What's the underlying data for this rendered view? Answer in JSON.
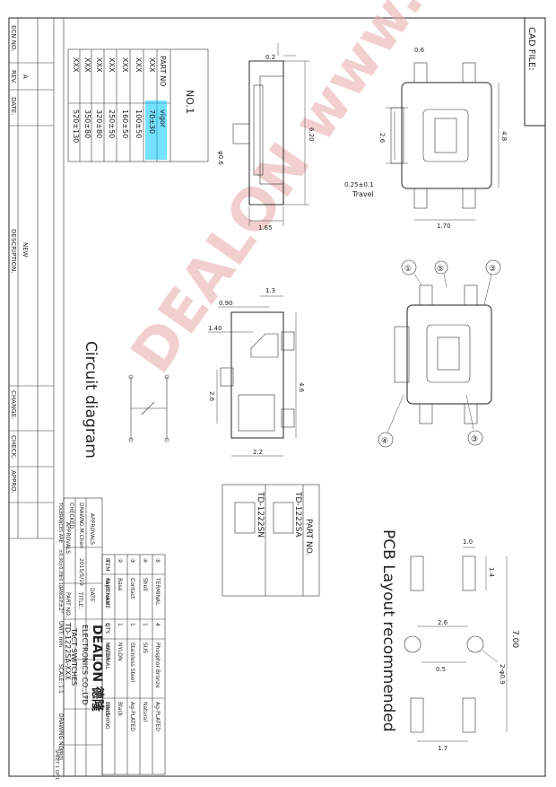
{
  "cad_file_label": "CAD FILE:",
  "revision_block": {
    "headers": [
      "ECN NO.",
      "REV.",
      "DATE.",
      "DESCRIPTION.",
      "CHANGE.",
      "CHECK.",
      "APPRO."
    ],
    "rev": "A",
    "description": "NEW"
  },
  "part_table": {
    "title": "NO.1",
    "headers": [
      "PART NO",
      "vigor"
    ],
    "rows": [
      [
        "XXX",
        "70±30"
      ],
      [
        "XXX",
        "100±50"
      ],
      [
        "XXX",
        "160±50"
      ],
      [
        "XXX",
        "250±50"
      ],
      [
        "XXX",
        "320±80"
      ],
      [
        "XXX",
        "350±80"
      ],
      [
        "XXX",
        "520±130"
      ]
    ]
  },
  "views": {
    "side": {
      "d_top": "0.2",
      "d_height": "6.20",
      "d_pin": "φ0.6",
      "d_width": "1.65"
    },
    "top": {
      "d_lead": "0.6",
      "d_body": "2.6",
      "d_len": "4.8",
      "travel_value": "0.25±0.1",
      "travel_label": "Travel",
      "d_pitch": "1.70"
    },
    "front": {
      "d_13": "1.3",
      "d_090": "0.90",
      "d_140": "1.40",
      "d_26": "2.6",
      "d_46": "4.6",
      "d_22": "2.2"
    },
    "iso_callouts": [
      "①",
      "⑤",
      "③",
      "④",
      "③"
    ]
  },
  "circuit_title": "Circuit diagram",
  "part_no_box": {
    "header": "PART NO.",
    "items": [
      "TD-1222SA",
      "TD-1222SN"
    ]
  },
  "pcb": {
    "title": "PCB Layout recommended",
    "d_pad_w": "1.0",
    "d_pad_h": "1.4",
    "d_pitch": "2.6",
    "d_total": "7.00",
    "d_hole": "2-φ0.9",
    "d_gap": "0.5",
    "d_pitch2": "1.7"
  },
  "bom": {
    "headers": [
      "ITEM",
      "PART NAME",
      "QTY.",
      "MATERIAL",
      "FINISHING"
    ],
    "rows": [
      [
        "⑤",
        "TERMINAL",
        "4",
        "Phosphor Bronze",
        "Ag-PLATED"
      ],
      [
        "④",
        "Shell",
        "1",
        "SUS",
        "Natural"
      ],
      [
        "③",
        "Contact",
        "1",
        "Stainless Steel",
        "Ag-PLATED"
      ],
      [
        "②",
        "Base",
        "1",
        "NYLON",
        "Black"
      ],
      [
        "①",
        "Keystroke",
        "1",
        "NYLON",
        "Black"
      ]
    ]
  },
  "title_block": {
    "approvals": "APPROVALS",
    "date_col": "DATE",
    "drawn_label": "DRAWN",
    "drawn_by": "G.M.Chen",
    "drawn_date": "2015/5/19",
    "checked_label": "CHECKED",
    "approvals_label": "APPROVALS",
    "company_logo": "DEALON 德隆",
    "company": "ELECTRONICS CO.,LTD",
    "title_label": "TITLE:",
    "title": "TACT SWITCHES",
    "part_no_label": "PART NO.",
    "part_no": "TD-1222SA-XXX",
    "tolerances": "TOLERANCES ARE",
    "tol_values": [
      "±0.30",
      "±0.20",
      "±0.10"
    ],
    "angle_label": "ANGLE",
    "angle": "±2°",
    "unit": "UNIT: mm",
    "scale": "SCALE: 1:1",
    "drawing_no": "DRAWING NO.",
    "sheet": "SHEET 1 OF 1",
    "proj": "PROJ"
  },
  "watermark": "DEALON  www.sisog.com"
}
